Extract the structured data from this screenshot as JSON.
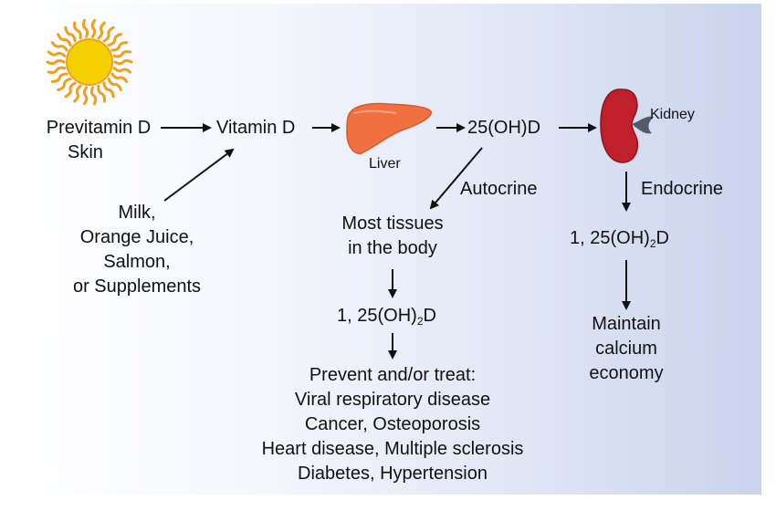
{
  "previtamin": {
    "line1": "Previtamin D",
    "line2": "Skin"
  },
  "vitamin_d": "Vitamin D",
  "liver": "Liver",
  "hydroxy": "25(OH)D",
  "kidney": "Kidney",
  "sources": [
    "Milk,",
    "Orange Juice,",
    "Salmon,",
    "or Supplements"
  ],
  "autocrine": "Autocrine",
  "endocrine": "Endocrine",
  "tissues": [
    "Most tissues",
    "in the body"
  ],
  "calcitriol": {
    "prefix": "1, 25(OH)",
    "sub": "2",
    "suffix": "D"
  },
  "calcium": [
    "Maintain",
    "calcium",
    "economy"
  ],
  "outcomes": {
    "heading": "Prevent and/or treat:",
    "items": [
      "Viral respiratory disease",
      "Cancer, Osteoporosis",
      "Heart disease, Multiple sclerosis",
      "Diabetes, Hypertension"
    ]
  },
  "colors": {
    "sun": "#f5d000",
    "sun_rays": "#f0a020",
    "liver": "#f07040",
    "kidney": "#c0202c",
    "arrow": "#111111"
  }
}
